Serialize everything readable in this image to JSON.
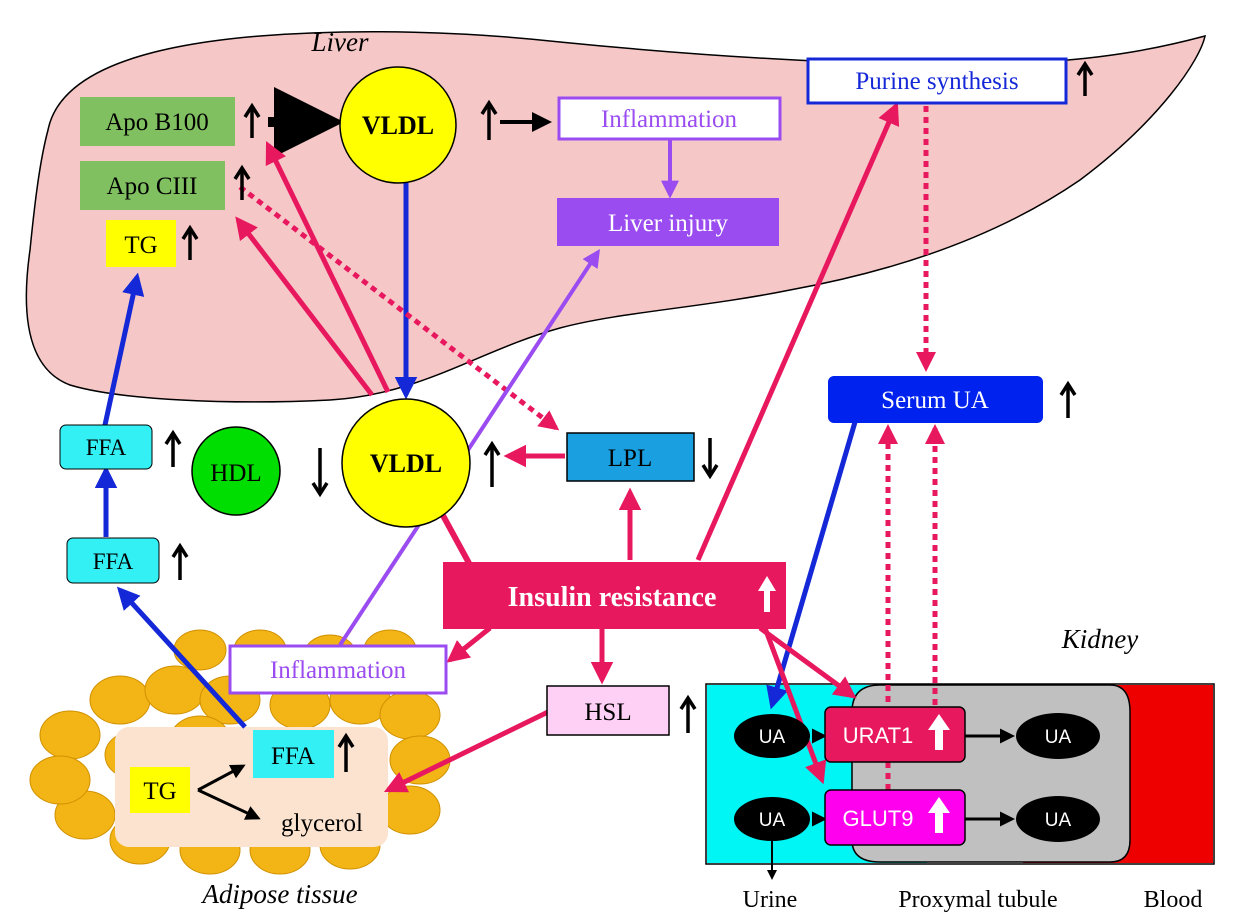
{
  "regions": {
    "liver": "Liver",
    "kidney": "Kidney",
    "adipose": "Adipose tissue"
  },
  "liver_nodes": {
    "apo_b100": "Apo B100",
    "apo_ciii": "Apo CIII",
    "tg": "TG",
    "vldl": "VLDL",
    "inflammation": "Inflammation",
    "liver_injury": "Liver injury",
    "purine_synthesis": "Purine synthesis"
  },
  "blood_nodes": {
    "ffa_upper": "FFA",
    "ffa_lower": "FFA",
    "hdl": "HDL",
    "vldl": "VLDL",
    "lpl": "LPL",
    "serum_ua": "Serum UA",
    "insulin_resistance": "Insulin resistance",
    "hsl": "HSL",
    "inflammation": "Inflammation"
  },
  "adipose_nodes": {
    "ffa": "FFA",
    "tg": "TG",
    "glycerol": "glycerol"
  },
  "kidney_nodes": {
    "ua": "UA",
    "urat1": "URAT1",
    "glut9": "GLUT9"
  },
  "kidney_labels": {
    "urine": "Urine",
    "proximal_tubule": "Proxymal tubule",
    "blood": "Blood"
  },
  "colors": {
    "liver_fill": "#f6c7c7",
    "insulin": "#e8185f",
    "blue_arrow": "#1428d8",
    "purple": "#9a4cf0",
    "apo_green": "#80c060",
    "vldl_yellow": "#ffff00",
    "hdl_green": "#00dd00",
    "ffa_cyan": "#33f0f5",
    "lpl_blue": "#1aa0e0",
    "serum_ua": "#0022ee",
    "hsl_pink": "#ffd0f5",
    "kidney_cyan": "#00f5f5",
    "kidney_gray": "#c0c0c0",
    "kidney_red": "#ee0000",
    "glut9_magenta": "#ff00ee",
    "adipose_yellow": "#f2b515",
    "adipose_box": "#fbe3cf"
  }
}
